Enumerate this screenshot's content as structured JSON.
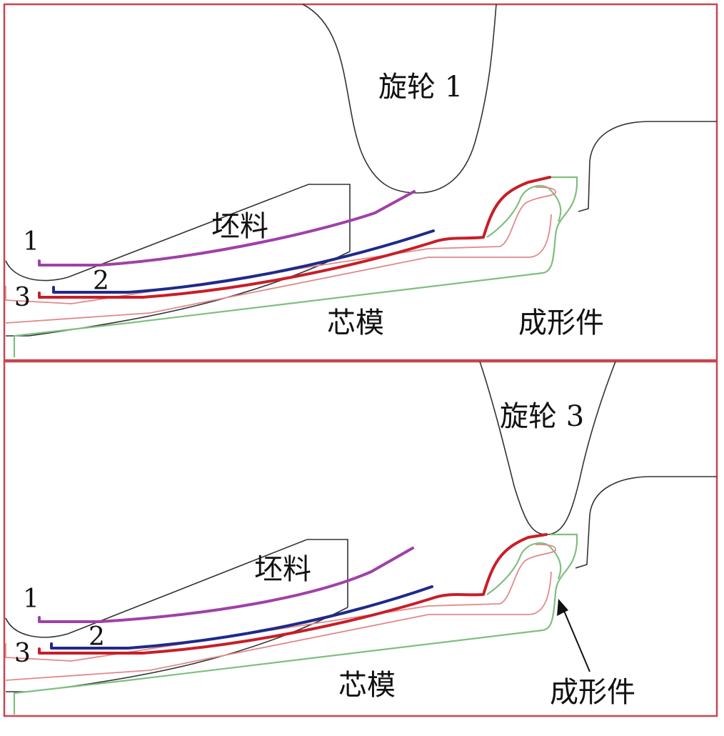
{
  "colors": {
    "frame": "#c8474f",
    "outline": "#333333",
    "formed_part": "#7fbf7f",
    "mandrel_inner": "#e08a8a",
    "pass_1": "#a040a8",
    "pass_2": "#1e2a8a",
    "pass_3": "#c81e28",
    "arrow": "#111111"
  },
  "top_panel": {
    "roller_label": "旋轮 1",
    "blank_label": "坯料",
    "mandrel_label": "芯模",
    "part_label": "成形件",
    "pass_labels": [
      "1",
      "2",
      "3"
    ]
  },
  "bottom_panel": {
    "roller_label": "旋轮 3",
    "blank_label": "坯料",
    "mandrel_label": "芯模",
    "part_label": "成形件",
    "pass_labels": [
      "1",
      "2",
      "3"
    ]
  }
}
